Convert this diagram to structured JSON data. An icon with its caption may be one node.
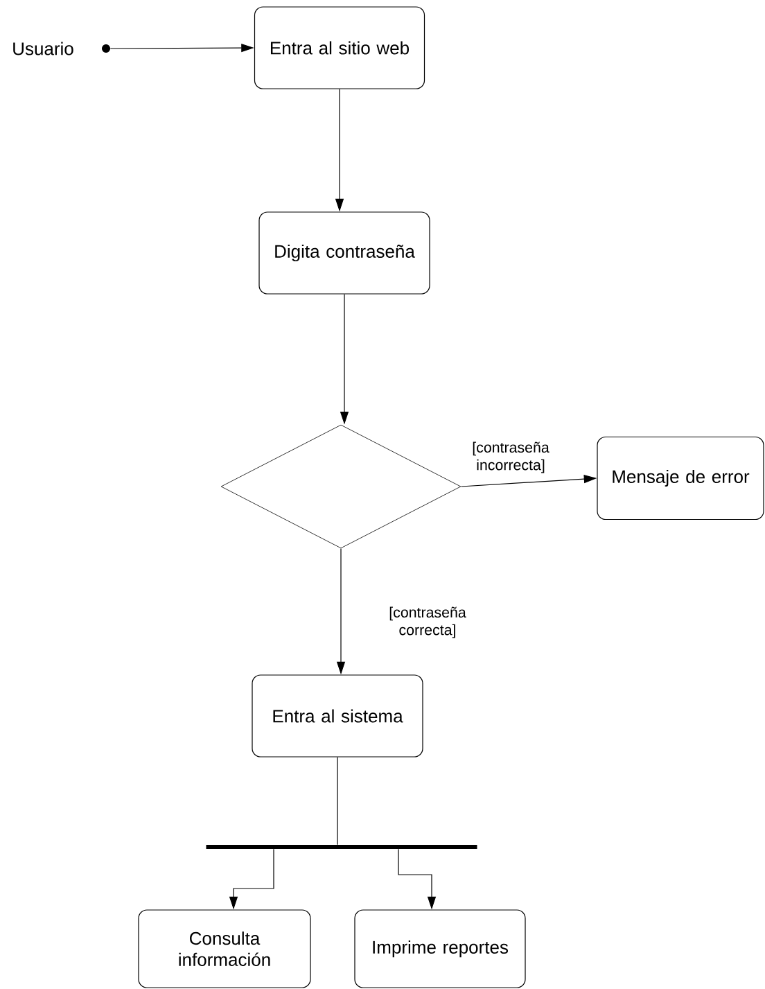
{
  "diagram": {
    "nodes": [
      {
        "text": [],
        "shape": "circle",
        "beside": [
          "Usuario"
        ]
      },
      {
        "text": [
          "Entra al sitio web"
        ]
      },
      {
        "text": [
          "Digita contraseña"
        ]
      },
      {
        "text": [],
        "shape": "diamond"
      },
      {
        "text": [
          "Mensaje de error"
        ]
      },
      {
        "text": [
          "Entra al sistema"
        ]
      },
      {
        "text": [],
        "shape": "bar"
      },
      {
        "text": [
          "Consulta información"
        ]
      },
      {
        "text": [
          "Imprime reportes"
        ]
      }
    ],
    "edges": [
      {
        "from": 0,
        "to": 1,
        "arrow": "to"
      },
      {
        "from": 1,
        "to": 2,
        "arrow": "to"
      },
      {
        "from": 2,
        "to": 3,
        "arrow": "to"
      },
      {
        "from": 3,
        "to": 4,
        "arrow": "to",
        "label": "[contraseña incorrecta]"
      },
      {
        "from": 3,
        "to": 5,
        "arrow": "to",
        "label": "[contraseña correcta]"
      },
      {
        "from": 5,
        "to": 6,
        "arrow": "none"
      },
      {
        "from": 6,
        "to": 7,
        "arrow": "to"
      },
      {
        "from": 6,
        "to": 8,
        "arrow": "to"
      }
    ]
  }
}
